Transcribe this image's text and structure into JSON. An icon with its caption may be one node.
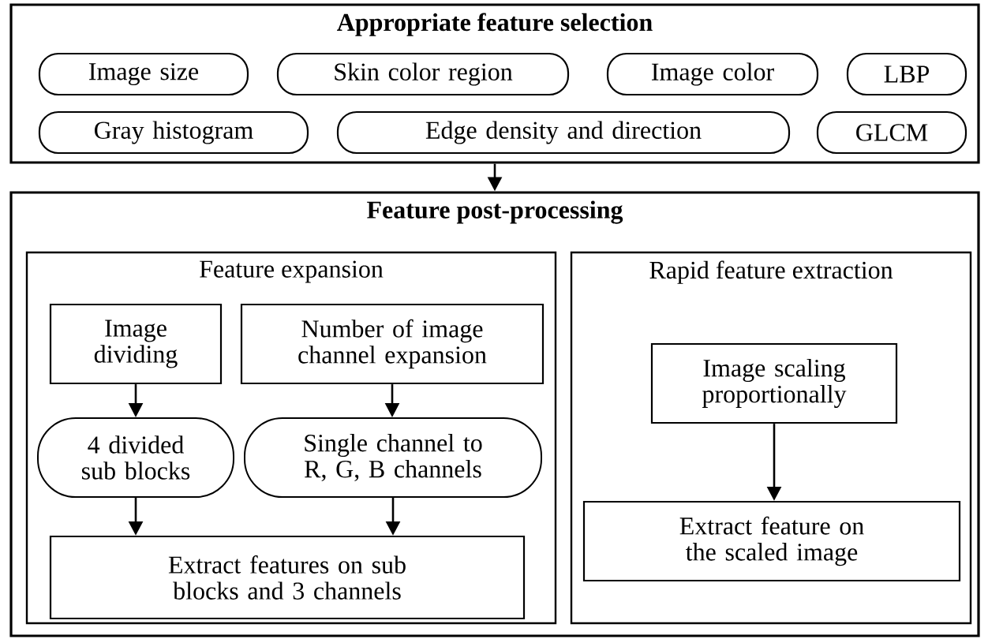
{
  "diagram": {
    "nodes": [
      {
        "text": [
          "Appropriate feature selection"
        ]
      },
      {
        "text": [
          "Image size"
        ],
        "in": 0
      },
      {
        "text": [
          "Skin color region"
        ],
        "in": 0
      },
      {
        "text": [
          "Image color"
        ],
        "in": 0
      },
      {
        "text": [
          "LBP"
        ],
        "in": 0
      },
      {
        "text": [
          "Gray histogram"
        ],
        "in": 0
      },
      {
        "text": [
          "Edge density and direction"
        ],
        "in": 0
      },
      {
        "text": [
          "GLCM"
        ],
        "in": 0
      },
      {
        "text": [
          "Feature post-processing"
        ]
      },
      {
        "text": [
          "Feature expansion"
        ],
        "in": 8
      },
      {
        "text": [
          "Image dividing"
        ],
        "in": 9
      },
      {
        "text": [
          "Number of image channel expansion"
        ],
        "in": 9
      },
      {
        "text": [
          "4 divided sub blocks"
        ],
        "in": 9
      },
      {
        "text": [
          "Single channel to R, G, B channels"
        ],
        "in": 9
      },
      {
        "text": [
          "Extract features on sub blocks and 3 channels"
        ],
        "in": 9
      },
      {
        "text": [
          "Rapid feature extraction"
        ],
        "in": 8
      },
      {
        "text": [
          "Image scaling proportionally"
        ],
        "in": 15
      },
      {
        "text": [
          "Extract feature on the scaled image"
        ],
        "in": 15
      }
    ],
    "edges": [
      {
        "from": 0,
        "to": 8,
        "arrow": "to"
      },
      {
        "from": 10,
        "to": 12,
        "arrow": "to"
      },
      {
        "from": 11,
        "to": 13,
        "arrow": "to"
      },
      {
        "from": 12,
        "to": 14,
        "arrow": "to"
      },
      {
        "from": 13,
        "to": 14,
        "arrow": "to"
      },
      {
        "from": 16,
        "to": 17,
        "arrow": "to"
      }
    ]
  }
}
